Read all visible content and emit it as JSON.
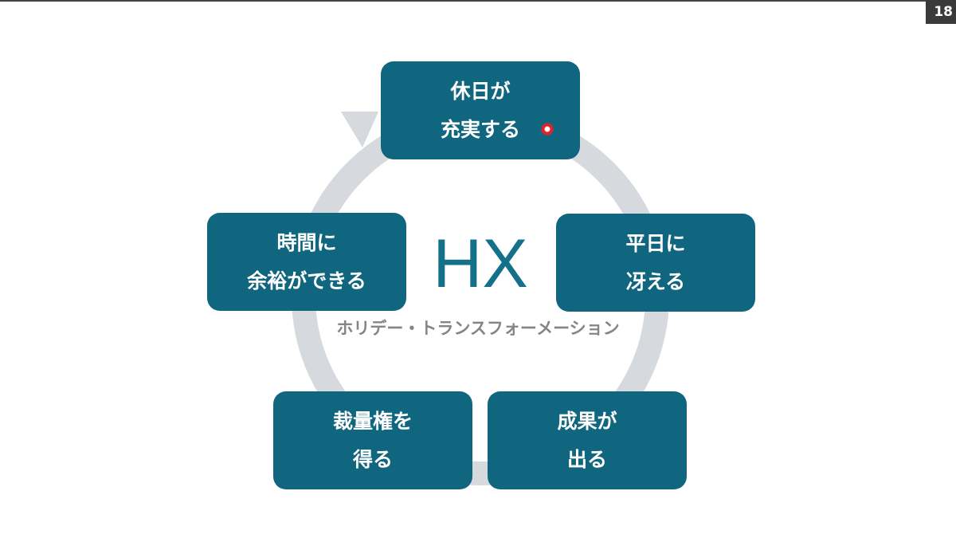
{
  "slide": {
    "page_number": "18",
    "center_title": "HX",
    "center_subtitle": "ホリデー・トランスフォーメーション",
    "cycle": [
      {
        "line1": "休日が",
        "line2": "充実する"
      },
      {
        "line1": "平日に",
        "line2": "冴える"
      },
      {
        "line1": "成果が",
        "line2": "出る"
      },
      {
        "line1": "裁量権を",
        "line2": "得る"
      },
      {
        "line1": "時間に",
        "line2": "余裕ができる"
      }
    ],
    "colors": {
      "box": "#10667f",
      "ring": "#d6d9dd",
      "title": "#15708a"
    }
  }
}
